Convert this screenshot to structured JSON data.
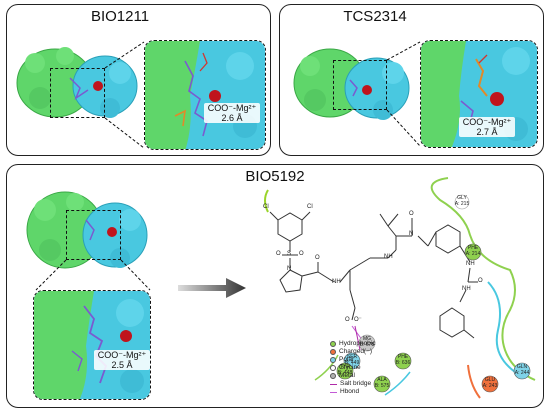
{
  "panels": {
    "bio1211": {
      "title": "BIO1211",
      "label_line1": "COO⁻-Mg²⁺",
      "label_line2": "2.6 Å"
    },
    "tcs2314": {
      "title": "TCS2314",
      "label_line1": "COO⁻-Mg²⁺",
      "label_line2": "2.7 Å"
    },
    "bio5192": {
      "title": "BIO5192",
      "label_line1": "COO⁻-Mg²⁺",
      "label_line2": "2.5 Å"
    }
  },
  "ligand": {
    "atoms": {
      "cl1": "Cl",
      "cl2": "Cl",
      "s": "S",
      "n_pro": "N",
      "o1": "O",
      "o2": "O",
      "o3": "O",
      "nh1": "NH",
      "o4": "O",
      "o5": "O⁻",
      "nh2": "NH",
      "n_me": "N",
      "o6": "O",
      "nh3": "NH",
      "nh4": "NH",
      "o7": "O"
    }
  },
  "residues": [
    {
      "name": "GLY",
      "num": "A: 215"
    },
    {
      "name": "PHE",
      "num": "A: 214"
    },
    {
      "name": "MG",
      "num": "B: 678"
    },
    {
      "name": "SER",
      "num": "B: 449"
    },
    {
      "name": "PHE",
      "num": "B: 636"
    },
    {
      "name": "TYR",
      "num": "B: 448"
    },
    {
      "name": "ALA",
      "num": "B: 575"
    },
    {
      "name": "GLN",
      "num": "A: 244"
    },
    {
      "name": "GLU",
      "num": "A: 243"
    }
  ],
  "legend": [
    {
      "label": "Hydrophobic",
      "color": "#8fd14f",
      "kind": "dot"
    },
    {
      "label": "Charged(−)",
      "color": "#f0703c",
      "kind": "dot"
    },
    {
      "label": "Polar",
      "color": "#7fd3e8",
      "kind": "dot"
    },
    {
      "label": "Glycine",
      "color": "#ffffff",
      "kind": "dot"
    },
    {
      "label": "Metal",
      "color": "#b0b0b0",
      "kind": "dot"
    },
    {
      "label": "Salt bridge",
      "color": "#b02aa8",
      "kind": "line"
    },
    {
      "label": "Hbond",
      "color": "#c35ad6",
      "kind": "line"
    }
  ],
  "colors": {
    "protein_a": "#5fd66a",
    "protein_b": "#49c8e0",
    "ion": "#c0141c",
    "ligand": "#7a5bd0"
  }
}
